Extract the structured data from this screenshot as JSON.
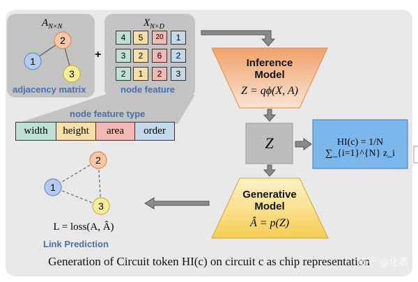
{
  "adjacency": {
    "title_base": "A",
    "title_sub": "N×N",
    "label": "adjacency matrix",
    "nodes": [
      "1",
      "2",
      "3"
    ]
  },
  "plus_sign": "+",
  "feature": {
    "title_base": "X",
    "title_sub": "N×D",
    "label": "node feature",
    "rows": [
      [
        "4",
        "5",
        "20",
        "1"
      ],
      [
        "3",
        "2",
        "6",
        "2"
      ],
      [
        "2",
        "1",
        "2",
        "3"
      ]
    ]
  },
  "feature_type": {
    "title": "node feature type",
    "items": [
      "width",
      "height",
      "area",
      "order"
    ],
    "colors": [
      "#bfe0d6",
      "#f7dfa9",
      "#f2b8b5",
      "#c4d8ea"
    ]
  },
  "inference": {
    "title_line1": "Inference",
    "title_line2": "Model",
    "formula": "Z = qϕ(X, A)"
  },
  "z_box": {
    "label": "Z"
  },
  "hi_box": {
    "formula": "HI(c) = 1/N ∑_{i=1}^{N} z_i"
  },
  "generative": {
    "title_line1": "Generative",
    "title_line2": "Model",
    "formula": "Â = p(Z)"
  },
  "link": {
    "nodes": [
      "2",
      "1",
      "3"
    ],
    "formula": "L = loss(A, Â)",
    "label": "Link Prediction"
  },
  "caption": "Generation of Circuit token HI(c) on circuit c as chip representation",
  "watermark": "知乎 @化表"
}
